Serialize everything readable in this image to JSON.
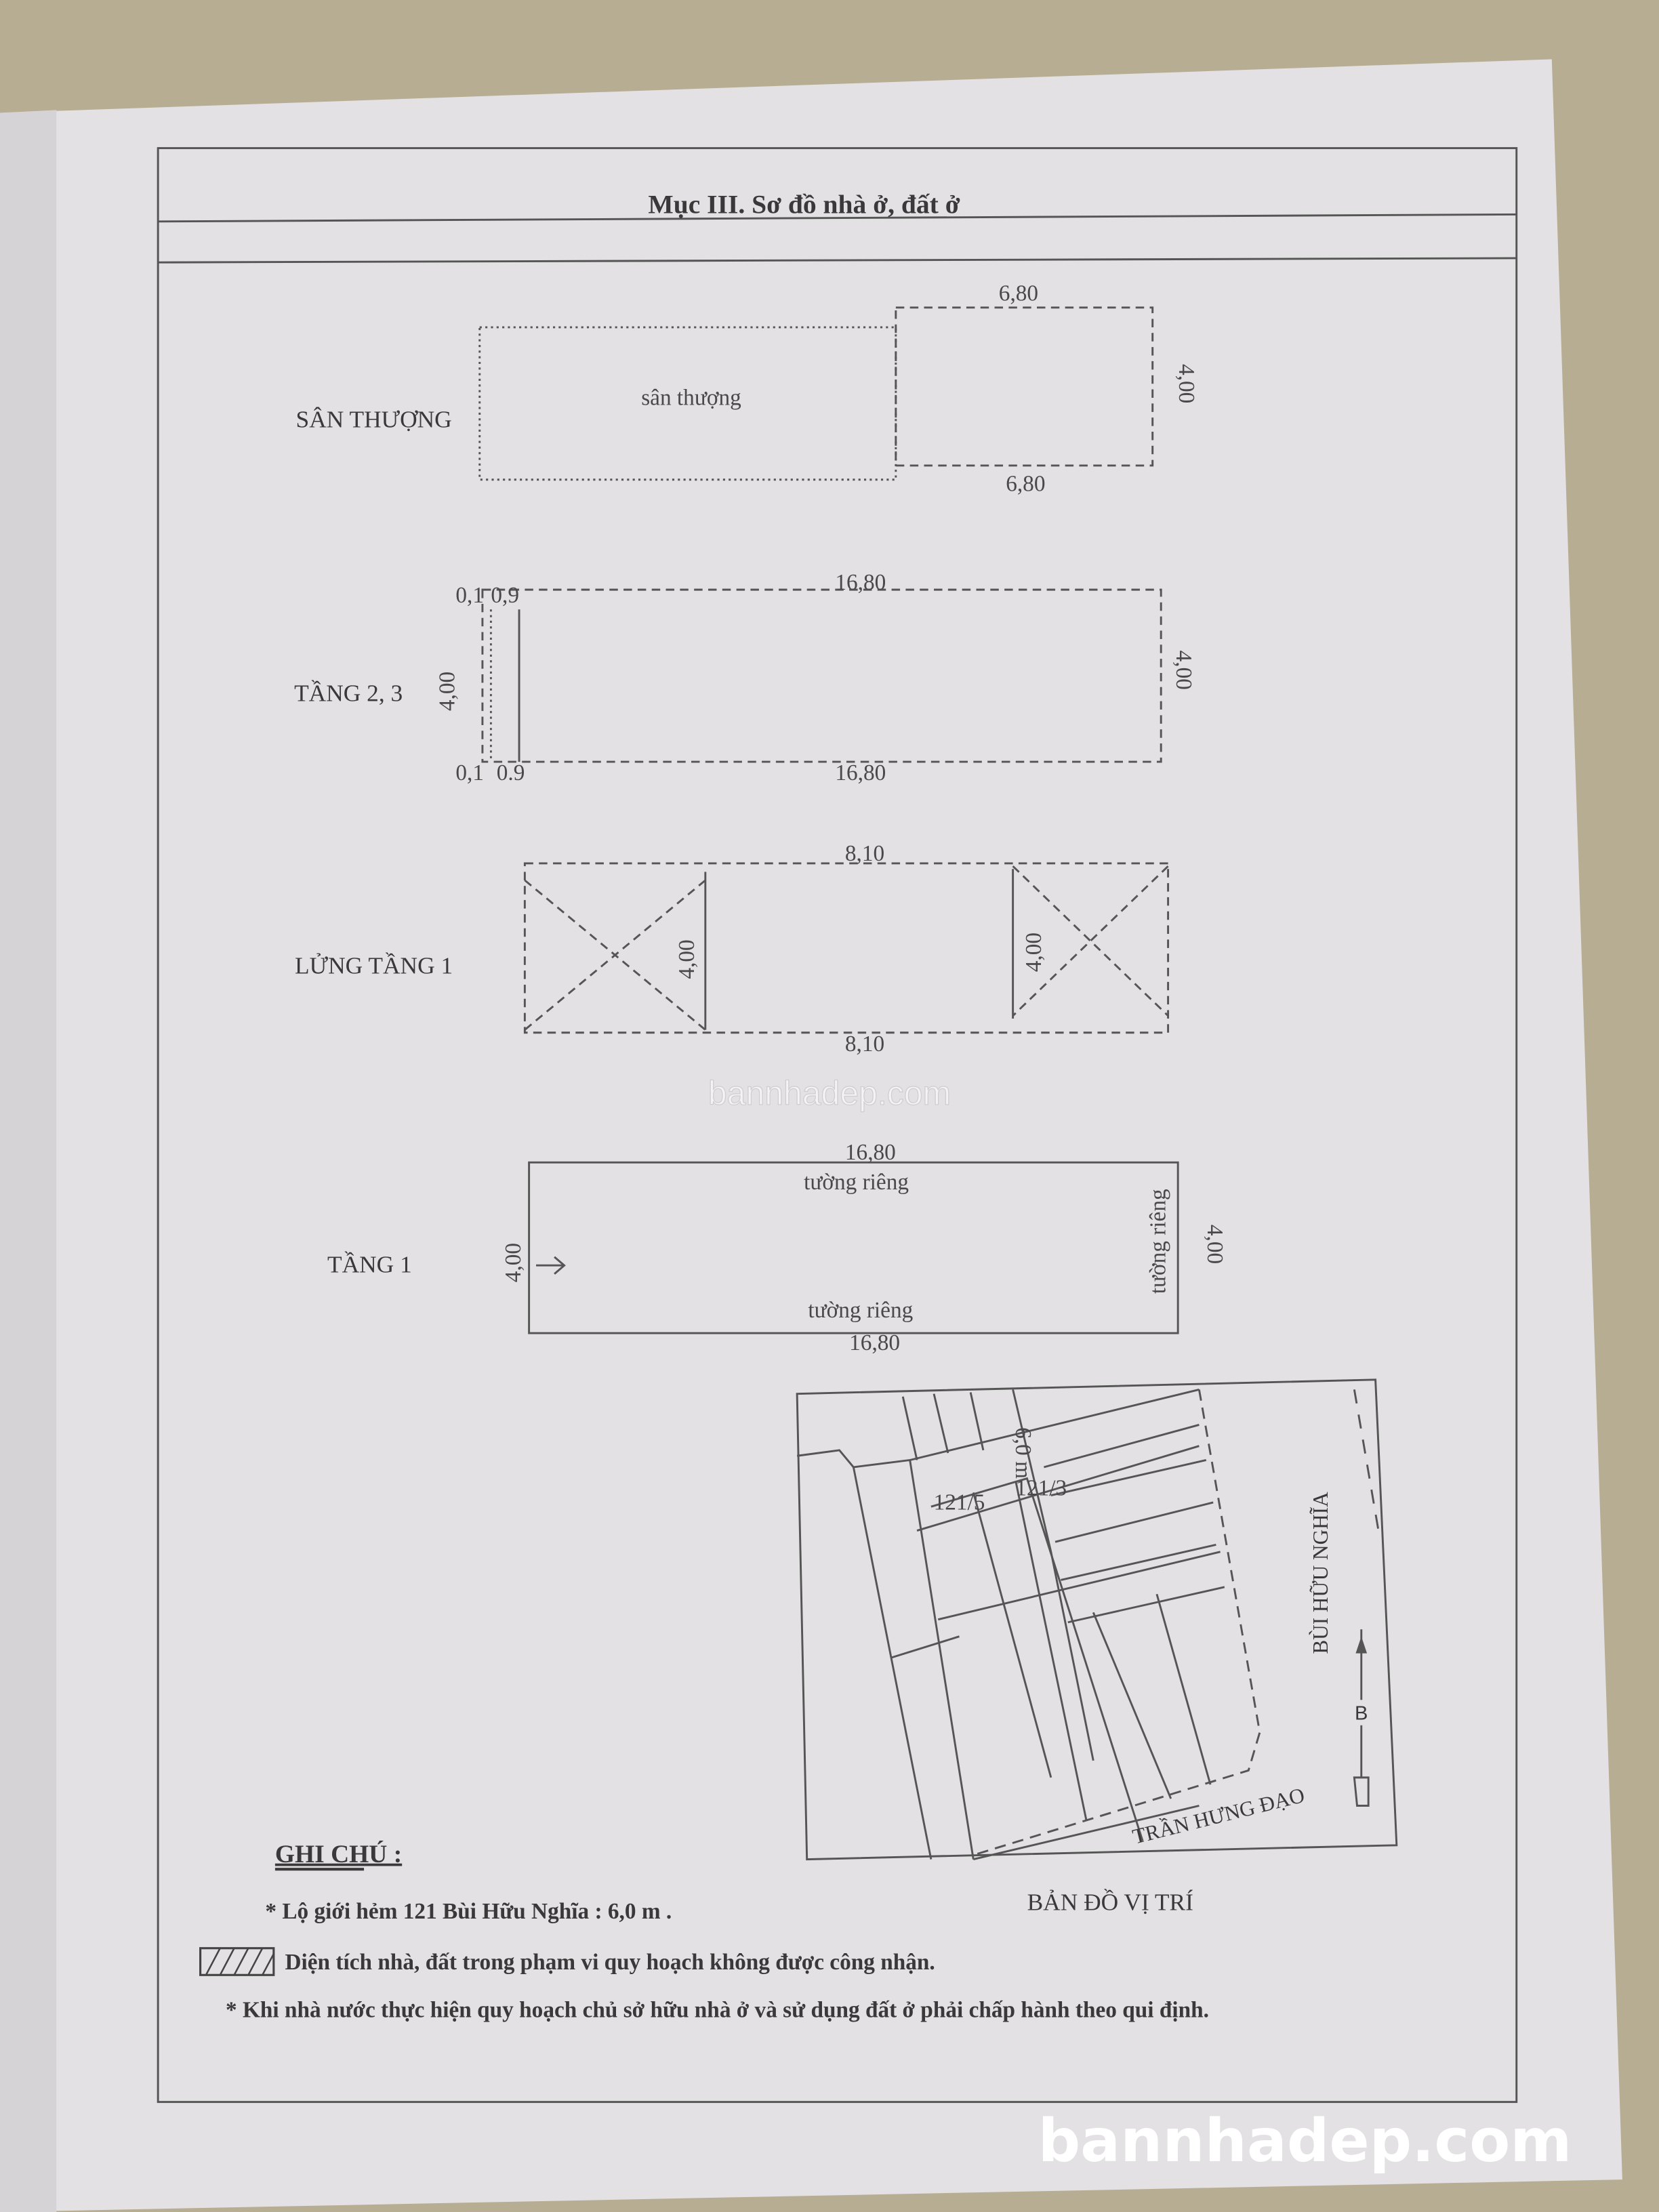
{
  "header": {
    "title": "Mục III. Sơ đồ nhà ở, đất ở"
  },
  "floors": {
    "san_thuong": {
      "label": "SÂN THƯỢNG",
      "inner_label": "sân thượng",
      "top": "6,80",
      "bottom": "6,80",
      "right": "4,00"
    },
    "tang_2_3": {
      "label": "TẦNG 2, 3",
      "top": "16,80",
      "bottom": "16,80",
      "left": "4,00",
      "right": "4,00",
      "tl_a": "0,1",
      "tl_b": "0,9",
      "bl_a": "0,1",
      "bl_b": "0.9"
    },
    "lung_tang_1": {
      "label": "LỬNG TẦNG 1",
      "top": "8,10",
      "bottom": "8,10",
      "mid_left": "4,00",
      "mid_right": "4,00"
    },
    "tang_1": {
      "label": "TẦNG 1",
      "top": "16,80",
      "bottom": "16,80",
      "left": "4,00",
      "right": "4,00",
      "wall_top": "tường riêng",
      "wall_bottom": "tường riêng",
      "wall_right": "tường riêng"
    }
  },
  "watermark": {
    "center": "bannhadep.com",
    "corner": "bannhadep.com"
  },
  "map": {
    "title": "BẢN ĐỒ VỊ TRÍ",
    "street_east": "BÙI HỮU NGHĨA",
    "street_south": "TRẦN HƯNG ĐẠO",
    "alley_width": "6,0 m",
    "direction": "B",
    "parcels": [
      "121/3",
      "121/5"
    ]
  },
  "notes": {
    "heading": "GHI CHÚ :",
    "items": [
      "* Lộ giới hẻm 121 Bùi Hữu Nghĩa : 6,0 m .",
      "Diện tích nhà, đất trong phạm vi quy hoạch không được công nhận.",
      "* Khi nhà nước thực hiện quy hoạch chủ sở hữu nhà ở và sử dụng đất ở phải chấp hành theo qui định."
    ]
  },
  "colors": {
    "paper": "#e4e2e4",
    "ink": "#3a3838",
    "background": "#b7ad93"
  }
}
